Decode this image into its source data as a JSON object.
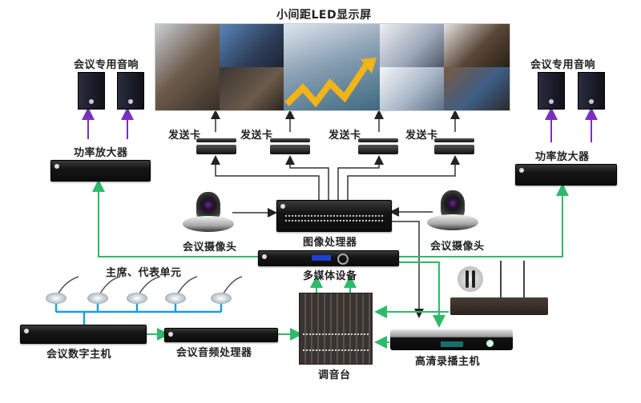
{
  "title": "小间距LED显示屏",
  "labels": {
    "speakers_left": "会议专用音响",
    "speakers_right": "会议专用音响",
    "amp_left": "功率放大器",
    "amp_right": "功率放大器",
    "send_card_1": "发送卡",
    "send_card_2": "发送卡",
    "send_card_3": "发送卡",
    "send_card_4": "发送卡",
    "camera_left": "会议摄像头",
    "camera_right": "会议摄像头",
    "image_processor": "图像处理器",
    "multimedia": "多媒体设备",
    "delegate_units": "主席、代表单元",
    "digital_host": "会议数字主机",
    "audio_processor": "会议音频处理器",
    "mixer": "调音台",
    "recorder": "高清录播主机"
  },
  "colors": {
    "video_line": "#333333",
    "audio_line": "#2dbb6a",
    "speaker_line": "#7b2fbf",
    "mic_bus": "#1aa0e0"
  },
  "led_screen_tiles": [
    {
      "name": "tile-meeting-1",
      "color": "#6b5a4a"
    },
    {
      "name": "tile-meeting-2",
      "color": "#2e3f5c"
    },
    {
      "name": "tile-handshake-chart",
      "color": "#8aa0b4"
    },
    {
      "name": "tile-meeting-3",
      "color": "#9aa6b8"
    },
    {
      "name": "tile-meeting-4",
      "color": "#5a4636"
    }
  ]
}
